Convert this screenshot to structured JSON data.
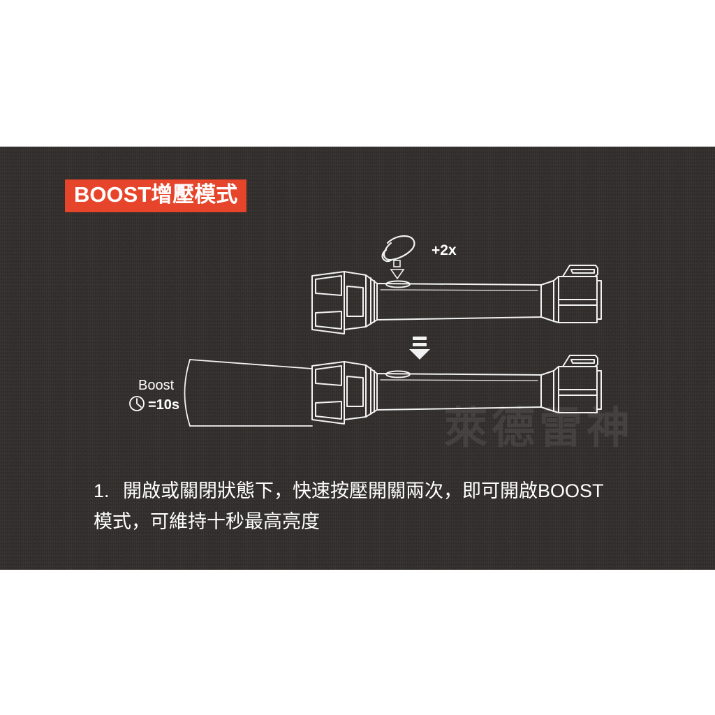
{
  "panel": {
    "background_color": "#302d2b",
    "letterbox_color": "#ffffff"
  },
  "title_banner": {
    "text": "BOOST增壓模式",
    "background_color": "#e6452b",
    "text_color": "#ffffff"
  },
  "watermark": {
    "text": "萊德雷神"
  },
  "diagram": {
    "press_label": "+2x",
    "beam_label": "Boost",
    "duration_label": "=10s",
    "clock_icon": "clock-icon",
    "finger_icon": "finger-press-icon",
    "transition_icon": "down-arrow-icon",
    "step1_name": "flashlight-off-state",
    "step2_name": "flashlight-boost-state",
    "line_color": "#f2f2f2"
  },
  "caption": {
    "number": "1.",
    "line1": "開啟或關閉狀態下，快速按壓開關兩次，即可開啟BOOST",
    "line2": "模式，可維持十秒最高亮度"
  }
}
